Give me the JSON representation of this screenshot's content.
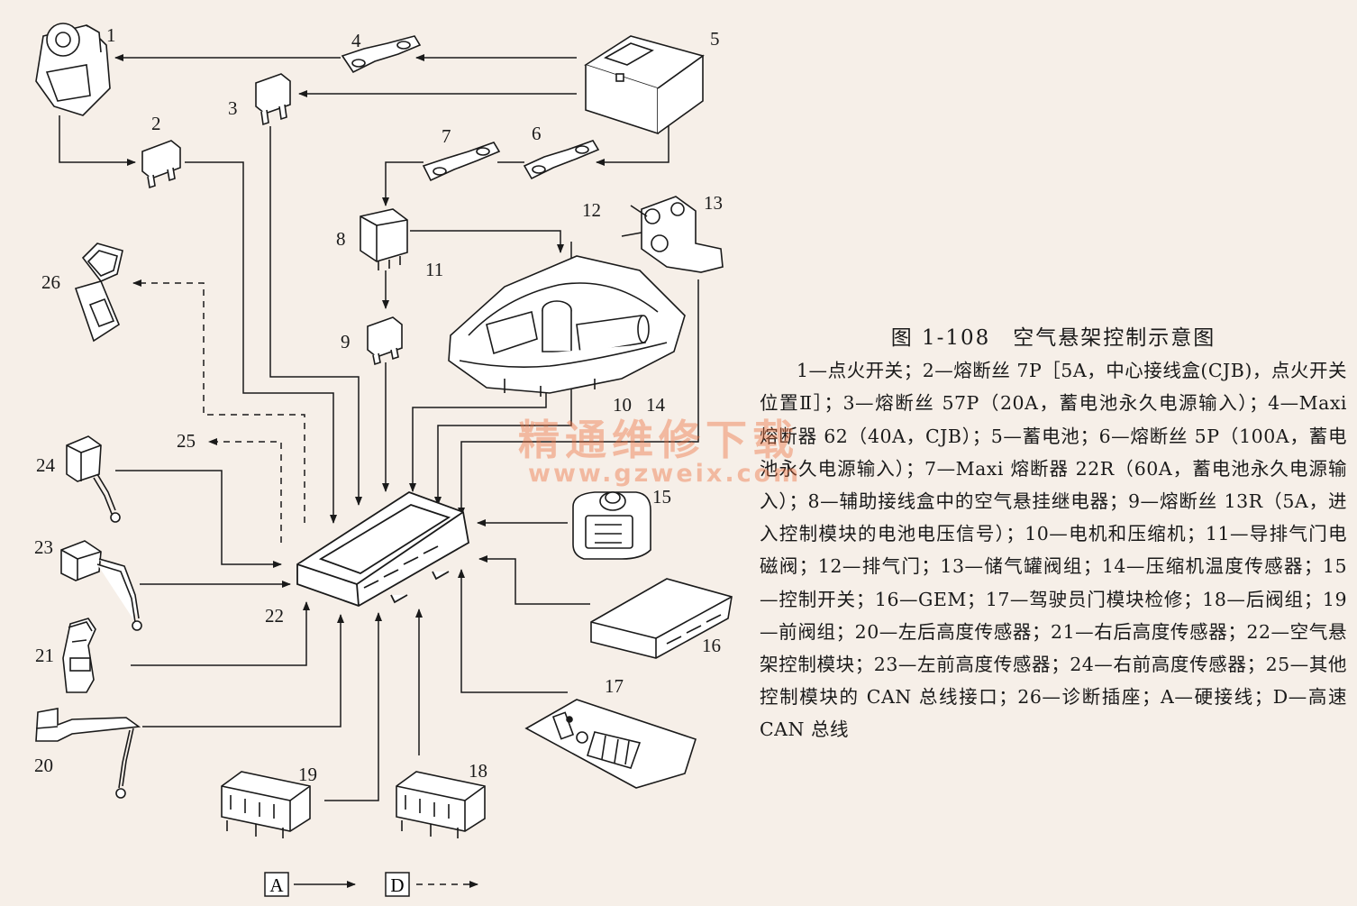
{
  "figure": {
    "title": "图 1-108　空气悬架控制示意图",
    "legend": "1—点火开关；2—熔断丝 7P［5A，中心接线盒(CJB)，点火开关位置Ⅱ］；3—熔断丝 57P（20A，蓄电池永久电源输入）；4—Maxi 熔断器 62（40A，CJB）；5—蓄电池；6—熔断丝 5P（100A，蓄电池永久电源输入）；7—Maxi 熔断器 22R（60A，蓄电池永久电源输入）；8—辅助接线盒中的空气悬挂继电器；9—熔断丝 13R（5A，进入控制模块的电池电压信号）；10—电机和压缩机；11—导排气门电磁阀；12—排气门；13—储气罐阀组；14—压缩机温度传感器；15—控制开关；16—GEM；17—驾驶员门模块检修；18—后阀组；19—前阀组；20—左后高度传感器；21—右后高度传感器；22—空气悬架控制模块；23—左前高度传感器；24—右前高度传感器；25—其他控制模块的 CAN 总线接口；26—诊断插座；A—硬接线；D—高速 CAN 总线"
  },
  "callouts": {
    "n1": "1",
    "n2": "2",
    "n3": "3",
    "n4": "4",
    "n5": "5",
    "n6": "6",
    "n7": "7",
    "n8": "8",
    "n9": "9",
    "n10": "10",
    "n11": "11",
    "n12": "12",
    "n13": "13",
    "n14": "14",
    "n15": "15",
    "n16": "16",
    "n17": "17",
    "n18": "18",
    "n19": "19",
    "n20": "20",
    "n21": "21",
    "n22": "22",
    "n23": "23",
    "n24": "24",
    "n25": "25",
    "n26": "26"
  },
  "key": {
    "hardwire_label": "A",
    "can_label": "D"
  },
  "watermark": {
    "line1": "精通维修下载",
    "line2": "www.gzweix.com"
  },
  "colors": {
    "ink": "#1a1a1a",
    "paper": "#f6efe8",
    "watermark": "#eb6e3c"
  }
}
